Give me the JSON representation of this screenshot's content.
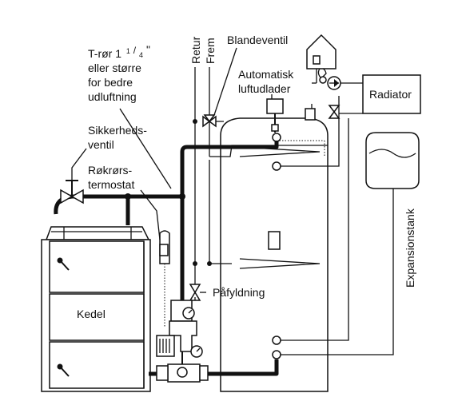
{
  "labels": {
    "t_pipe_1": "T-rør 1",
    "t_pipe_sup": "1",
    "t_pipe_slash": "/",
    "t_pipe_sub": "4",
    "t_pipe_quote": "\"",
    "t_pipe_2": "eller større",
    "t_pipe_3": "for bedre",
    "t_pipe_4": "udluftning",
    "retur": "Retur",
    "frem": "Frem",
    "blandeventil": "Blandeventil",
    "automatisk_1": "Automatisk",
    "automatisk_2": "luftudlader",
    "radiator": "Radiator",
    "sikkerheds_1": "Sikkerheds-",
    "sikkerheds_2": "ventil",
    "rokrors_1": "Røkrørs-",
    "rokrors_2": "termostat",
    "expansionstank": "Expansionstank",
    "pafyldning": "Påfyldning",
    "kedel": "Kedel"
  }
}
